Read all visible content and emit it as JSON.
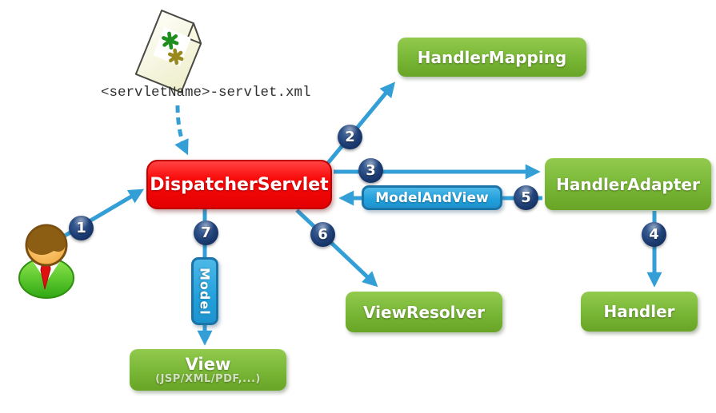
{
  "diagram": {
    "config_file_label": "<servletName>-servlet.xml",
    "nodes": {
      "dispatcherServlet": {
        "label": "DispatcherServlet"
      },
      "handlerMapping": {
        "label": "HandlerMapping"
      },
      "handlerAdapter": {
        "label": "HandlerAdapter"
      },
      "handler": {
        "label": "Handler"
      },
      "viewResolver": {
        "label": "ViewResolver"
      },
      "view": {
        "label": "View",
        "sublabel": "(JSP/XML/PDF,...)"
      },
      "modelAndView": {
        "label": "ModelAndView"
      },
      "model": {
        "label": "Model"
      }
    },
    "steps": [
      "1",
      "2",
      "3",
      "4",
      "5",
      "6",
      "7"
    ],
    "colors": {
      "node_green": "#7AB838",
      "node_red": "#F50505",
      "node_blue": "#21A0DC",
      "arrow_blue": "#339FD6",
      "badge_navy": "#1C3C72",
      "paper_fill": "#F7F6DC",
      "asterisk_green": "#1E8E1E",
      "asterisk_olive": "#9A8A1E"
    }
  }
}
